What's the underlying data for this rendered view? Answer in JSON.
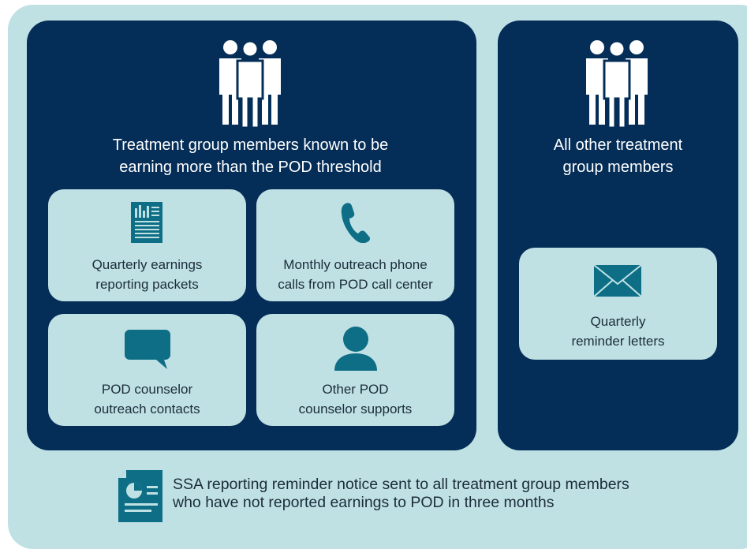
{
  "left_group": {
    "title": "Treatment group members known to be\nearning more than the POD threshold",
    "icon": "people-group-icon",
    "cards": [
      {
        "label": "Quarterly earnings\nreporting packets",
        "icon": "report-document-icon"
      },
      {
        "label": "Monthly outreach phone\ncalls from POD call center",
        "icon": "phone-icon"
      },
      {
        "label": "POD counselor\noutreach contacts",
        "icon": "speech-bubble-icon"
      },
      {
        "label": "Other POD\ncounselor supports",
        "icon": "person-icon"
      }
    ]
  },
  "right_group": {
    "title": "All other treatment\ngroup members",
    "icon": "people-group-icon",
    "cards": [
      {
        "label": "Quarterly\nreminder letters",
        "icon": "envelope-icon"
      }
    ]
  },
  "footer": {
    "text": "SSA reporting reminder notice sent to all treatment group members\nwho have not reported earnings to POD in three months",
    "icon": "notice-document-icon"
  },
  "colors": {
    "navy": "#042d57",
    "light_teal": "#bfe1e4",
    "icon_teal": "#0d6e86",
    "text_dark": "#1c2c3a"
  }
}
